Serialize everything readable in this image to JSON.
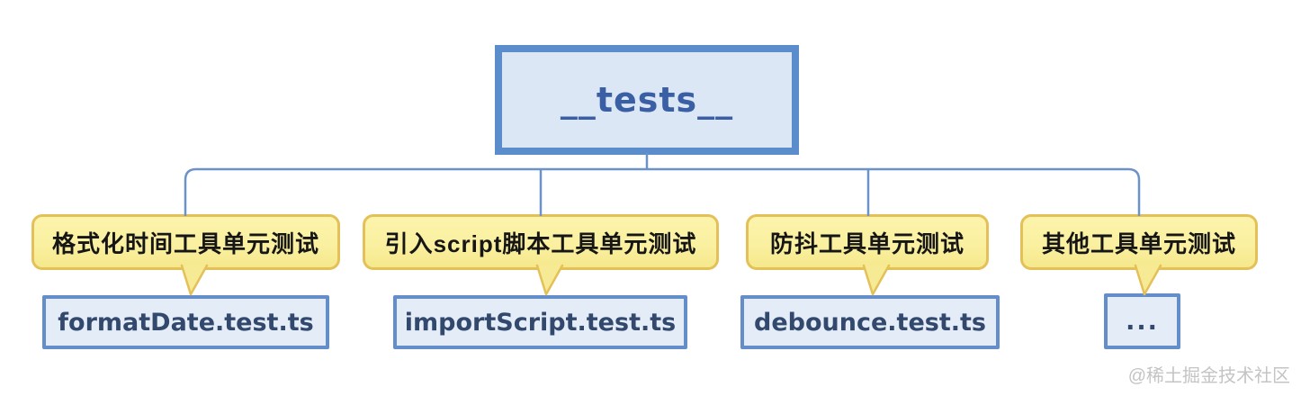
{
  "root": {
    "label": "__tests__"
  },
  "branches": [
    {
      "note": "格式化时间工具单元测试",
      "file": "formatDate.test.ts"
    },
    {
      "note": "引入script脚本工具单元测试",
      "file": "importScript.test.ts"
    },
    {
      "note": "防抖工具单元测试",
      "file": "debounce.test.ts"
    },
    {
      "note": "其他工具单元测试",
      "file": "..."
    }
  ],
  "watermark": "@稀土掘金技术社区",
  "colors": {
    "root_border": "#5b8ccc",
    "root_fill": "#dce7f5",
    "root_text": "#3a5fa5",
    "connector_line": "#6b93c8",
    "bubble_fill": "#faf0a0",
    "bubble_border": "#e4c158",
    "bubble_text": "#161616",
    "file_fill": "#e4ecf7",
    "file_border": "#648ec9",
    "file_text": "#32486d",
    "watermark_text": "#c4c4c4"
  }
}
